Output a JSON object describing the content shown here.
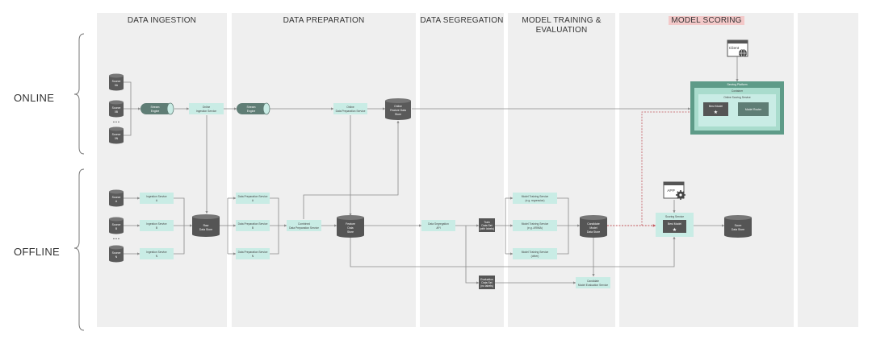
{
  "columns": {
    "ingestion": "DATA INGESTION",
    "preparation": "DATA PREPARATION",
    "segregation": "DATA SEGREGATION",
    "training_1": "MODEL TRAINING &",
    "training_2": "EVALUATION",
    "scoring": "MODEL SCORING"
  },
  "rows": {
    "online": "ONLINE",
    "offline": "OFFLINE"
  },
  "online": {
    "source_0a": "Source",
    "source_0b": "0A",
    "source_1a": "Source",
    "source_1b": "0B",
    "source_2a": "Source",
    "source_2b": "0N",
    "dots": "• • •",
    "stream_engine_a": "Stream",
    "stream_engine_b": "Engine",
    "ingestion_service_a": "Online",
    "ingestion_service_b": "Ingestion Service",
    "stream_engine2_a": "Stream",
    "stream_engine2_b": "Engine",
    "prep_service_a": "Online",
    "prep_service_b": "Data Preparation Service",
    "feature_store_a": "Online",
    "feature_store_b": "Feature Data",
    "feature_store_c": "Store",
    "serving_platform": "Serving Platform",
    "container": "Container",
    "online_scoring": "Online Scoring Service",
    "best_model": "Best Model",
    "model_router": "Model Router",
    "client": "Client"
  },
  "offline": {
    "source_a1": "Source",
    "source_a2": "A",
    "source_b1": "Source",
    "source_b2": "B",
    "source_n1": "Source",
    "source_n2": "N",
    "dots": "• • •",
    "ing_a1": "Ingestion Service",
    "ing_a2": "A",
    "ing_b1": "Ingestion Service",
    "ing_b2": "B",
    "ing_n1": "Ingestion Service",
    "ing_n2": "N",
    "raw_store_a": "Raw",
    "raw_store_b": "Data Store",
    "prep_a1": "Data Preparation Service",
    "prep_a2": "A",
    "prep_b1": "Data Preparation Service",
    "prep_b2": "B",
    "prep_n1": "Data Preparation Service",
    "prep_n2": "N",
    "combined_a": "Combined",
    "combined_b": "Data Preparation Service",
    "feature_store_a": "Feature",
    "feature_store_b": "Data",
    "feature_store_c": "Store",
    "segregation_a": "Data Segregation",
    "segregation_b": "API",
    "train_set_a": "Train",
    "train_set_b": "Data Set",
    "train_set_c": "(with labels)",
    "eval_set_a": "Evaluation",
    "eval_set_b": "Data Set",
    "eval_set_c": "(no labels)",
    "mt1_a": "Model Training Service",
    "mt1_b": "(e.g. regression)",
    "mt2_a": "Model Training Service",
    "mt2_b": "(e.g. ARIMA)",
    "mt3_a": "Model Training Service",
    "mt3_b": "(other)",
    "candidate_a": "Candidate",
    "candidate_b": "Model",
    "candidate_c": "Data Store",
    "eval_service_a": "Candidate",
    "eval_service_b": "Model Evaluation Service",
    "scoring_service": "Scoring Service",
    "best_model": "Best Model",
    "score_store_a": "Score",
    "score_store_b": "Data Store",
    "app": "APP"
  },
  "colors": {
    "teal_light": "#c9ece5",
    "teal_dark": "#5a7a72",
    "db_dark": "#555555",
    "band": "#efefef",
    "highlight": "#f3c9c9",
    "platform": "#5e9b88",
    "arrow": "#888888",
    "dash_red": "#c0545a"
  }
}
